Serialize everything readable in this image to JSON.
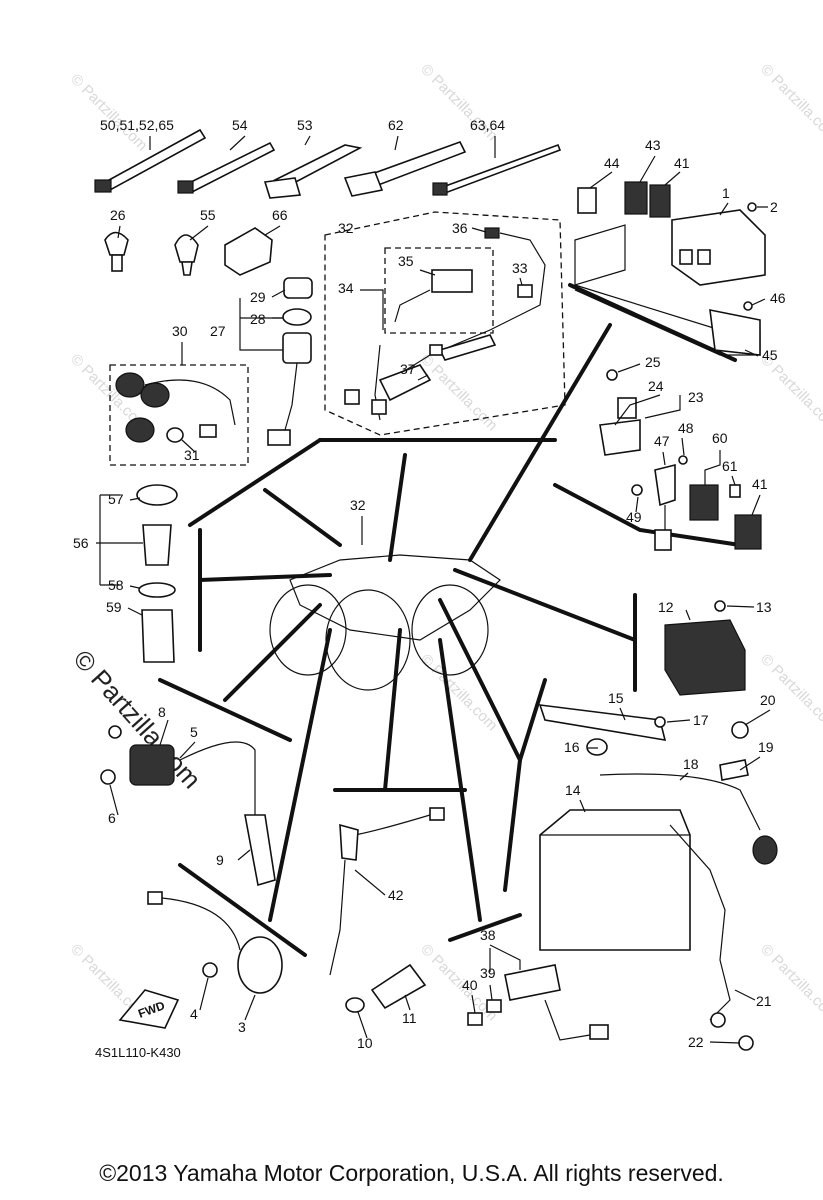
{
  "diagram_code": "4S1L110-K430",
  "copyright": "©2013 Yamaha Motor Corporation, U.S.A. All rights reserved.",
  "watermark": "© Partzilla.com",
  "fwd_label": "FWD",
  "callouts": {
    "c1": "1",
    "c2": "2",
    "c3": "3",
    "c4": "4",
    "c5": "5",
    "c6": "6",
    "c8": "8",
    "c9": "9",
    "c10": "10",
    "c11": "11",
    "c12": "12",
    "c13": "13",
    "c14": "14",
    "c15": "15",
    "c16": "16",
    "c17": "17",
    "c18": "18",
    "c19": "19",
    "c20": "20",
    "c21": "21",
    "c22": "22",
    "c23": "23",
    "c24": "24",
    "c25": "25",
    "c26": "26",
    "c27": "27",
    "c28": "28",
    "c29": "29",
    "c30": "30",
    "c31": "31",
    "c32a": "32",
    "c32b": "32",
    "c33": "33",
    "c34": "34",
    "c35": "35",
    "c36": "36",
    "c37": "37",
    "c38": "38",
    "c39": "39",
    "c40": "40",
    "c41a": "41",
    "c41b": "41",
    "c42": "42",
    "c43": "43",
    "c44": "44",
    "c45": "45",
    "c46": "46",
    "c47": "47",
    "c48": "48",
    "c49": "49",
    "c50": "50,51,52,65",
    "c53": "53",
    "c54": "54",
    "c55": "55",
    "c56": "56",
    "c57": "57",
    "c58": "58",
    "c59": "59",
    "c60": "60",
    "c61": "61",
    "c62": "62",
    "c63": "63,64",
    "c66": "66"
  }
}
